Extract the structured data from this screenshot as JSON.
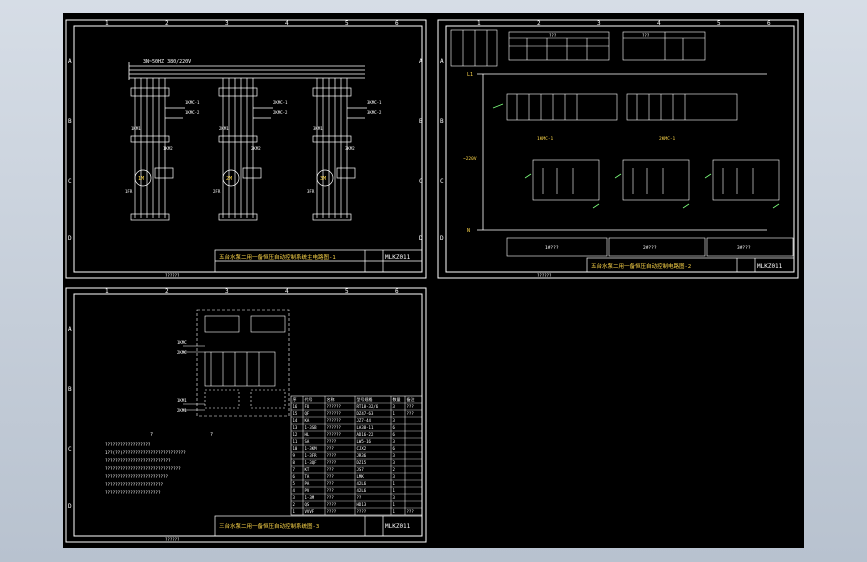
{
  "colors": {
    "background": "#000000",
    "frame": "#ffffff",
    "wire": "#ffffff",
    "label_yellow": "#ffd84a",
    "label_green": "#7dff7d",
    "table_grid": "#ffffff",
    "dashed_box": "#ffffff"
  },
  "sheet1": {
    "title": "五台水泵二用一备恒压自动控制系统主电路图-1",
    "drawing_no": "MLKZ011",
    "col_numbers": [
      "1",
      "2",
      "3",
      "4",
      "5",
      "6"
    ],
    "row_letters": [
      "A",
      "B",
      "C",
      "D"
    ],
    "supply_label": "3N~50HZ 380/220V",
    "motors": [
      {
        "label": "1M",
        "km_labels": [
          "1KM1",
          "1KM2"
        ],
        "fr": "1FR"
      },
      {
        "label": "2M",
        "km_labels": [
          "2KM1",
          "2KM2"
        ],
        "fr": "2FR"
      },
      {
        "label": "3M",
        "km_labels": [
          "3KM1",
          "3KM2"
        ],
        "fr": "3FR"
      }
    ],
    "side_tags": [
      [
        "1KMC-1",
        "1KMC-2"
      ],
      [
        "2KMC-1",
        "2KMC-2"
      ],
      [
        "3KMC-1",
        "3KMC-2"
      ]
    ],
    "footer_code": "??????"
  },
  "sheet2": {
    "title": "五台水泵二用一备恒压自动控制电路图-2",
    "drawing_no": "MLKZ011",
    "col_numbers": [
      "1",
      "2",
      "3",
      "4",
      "5",
      "6"
    ],
    "row_letters": [
      "A",
      "B",
      "C",
      "D"
    ],
    "l1_label": "L1",
    "n_label": "N",
    "voltage_label": "~220V",
    "relay_labels": [
      "1KMC-1",
      "2KMC-1"
    ],
    "bottom_boxes": [
      "1#???",
      "2#???",
      "3#???"
    ],
    "footer_code": "??????",
    "top_table_headers": [
      "???",
      "???"
    ]
  },
  "sheet3": {
    "title": "三台水泵二用一备恒压自动控制系统图-3",
    "drawing_no": "MLKZ011",
    "col_numbers": [
      "1",
      "2",
      "3",
      "4",
      "5",
      "6"
    ],
    "row_letters": [
      "A",
      "B",
      "C",
      "D"
    ],
    "panel_labels": [
      "1KMC",
      "2KMC",
      "1KM1",
      "2KM1"
    ],
    "note_heading": "?",
    "notes": [
      "??????????????????",
      "1??(??)?????????????????????????",
      "??????????????????????????",
      "??????????????????????????????",
      "?????????????????????????",
      "???????????????????????",
      "??????????????????????"
    ],
    "bom_headers": [
      "序",
      "代号",
      "名称",
      "型号规格",
      "数量",
      "备注"
    ],
    "bom_rows": [
      [
        "16",
        "FU",
        "??????",
        "RT18-32/6",
        "3",
        "???"
      ],
      [
        "15",
        "QF",
        "??????",
        "DZ47-63",
        "1",
        "???"
      ],
      [
        "14",
        "KA",
        "??????",
        "JZ7-44",
        "3",
        ""
      ],
      [
        "13",
        "1-3SB",
        "??????",
        "LA38-11",
        "6",
        ""
      ],
      [
        "12",
        "HL",
        "??????",
        "AD16-22",
        "6",
        ""
      ],
      [
        "11",
        "SA",
        "????",
        "LW5-16",
        "3",
        ""
      ],
      [
        "10",
        "1-3KM",
        "???",
        "CJX2",
        "6",
        ""
      ],
      [
        "9",
        "1-3FR",
        "????",
        "JR36",
        "3",
        ""
      ],
      [
        "8",
        "1-3QF",
        "????",
        "DZ15",
        "3",
        ""
      ],
      [
        "7",
        "KT",
        "???",
        "JS7",
        "2",
        ""
      ],
      [
        "6",
        "TA",
        "???",
        "LMK",
        "3",
        ""
      ],
      [
        "5",
        "PA",
        "???",
        "42L6",
        "1",
        ""
      ],
      [
        "4",
        "PV",
        "???",
        "42L6",
        "1",
        ""
      ],
      [
        "3",
        "1-3M",
        "???",
        "??",
        "3",
        ""
      ],
      [
        "2",
        "QS",
        "????",
        "HD13",
        "1",
        ""
      ],
      [
        "1",
        "VVVF",
        "????",
        "????",
        "1",
        "???"
      ]
    ],
    "footer_code": "??????"
  }
}
